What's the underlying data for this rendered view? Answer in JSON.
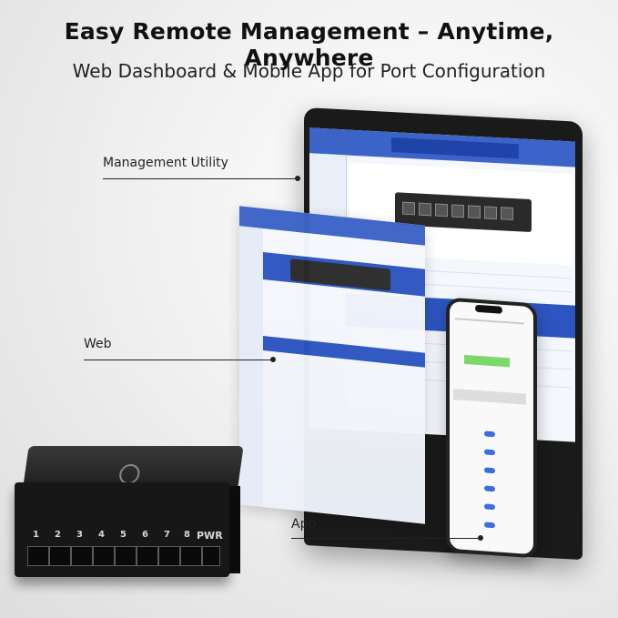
{
  "headline": "Easy Remote Management – Anytime, Anywhere",
  "subline": "Web Dashboard & Mobile App for Port Configuration",
  "callouts": {
    "management_utility": "Management Utility",
    "web": "Web",
    "app": "App"
  },
  "device": {
    "port_labels": [
      "1",
      "2",
      "3",
      "4",
      "5",
      "6",
      "7",
      "8"
    ],
    "power_label": "PWR"
  },
  "colors": {
    "ui_blue": "#3c63c7",
    "ui_dark_blue": "#2c55c1",
    "device_body": "#171717",
    "phone_green": "#7bd86a"
  }
}
